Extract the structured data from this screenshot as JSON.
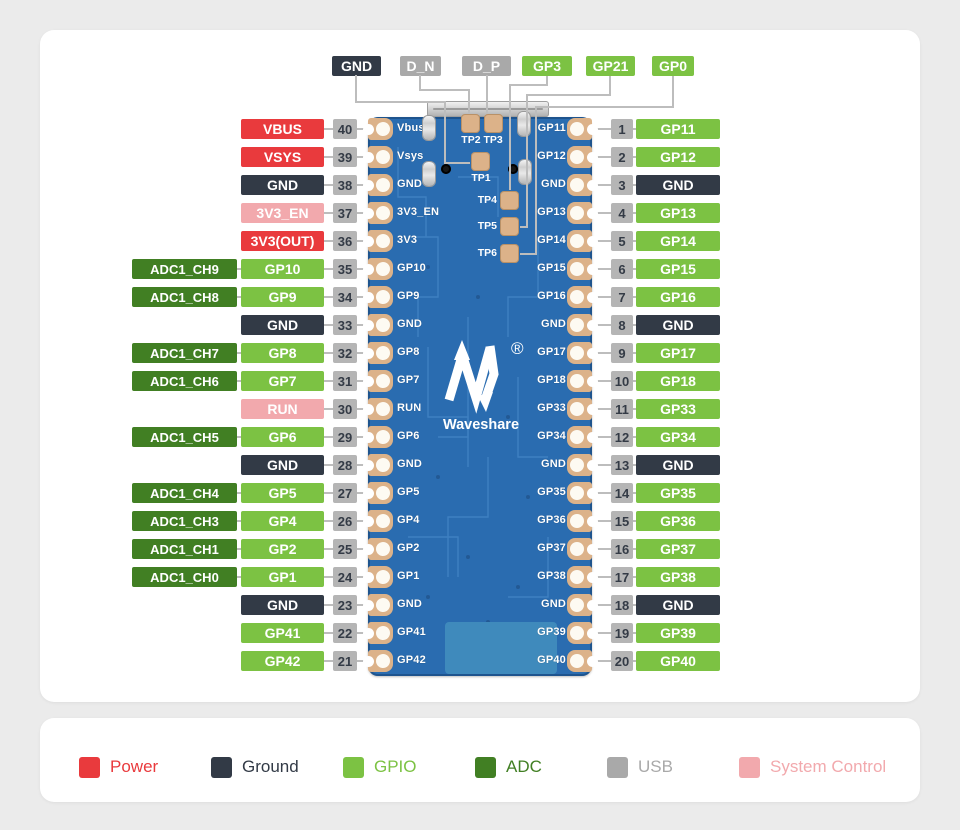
{
  "board": {
    "logo_registered": "®",
    "logo_wordmark": "Waveshare"
  },
  "top_callouts": [
    {
      "label": "GND",
      "type": "ground"
    },
    {
      "label": "D_N",
      "type": "usb"
    },
    {
      "label": "D_P",
      "type": "usb"
    },
    {
      "label": "GP3",
      "type": "gpio"
    },
    {
      "label": "GP21",
      "type": "gpio"
    },
    {
      "label": "GP0",
      "type": "gpio"
    }
  ],
  "testpoints": [
    {
      "label": "TP2 TP3"
    },
    {
      "label": "TP1"
    },
    {
      "label": "TP4"
    },
    {
      "label": "TP5"
    },
    {
      "label": "TP6"
    }
  ],
  "pins": {
    "left": [
      {
        "num": "40",
        "label": "VBUS",
        "type": "power",
        "silk": "Vbus"
      },
      {
        "num": "39",
        "label": "VSYS",
        "type": "power",
        "silk": "Vsys"
      },
      {
        "num": "38",
        "label": "GND",
        "type": "ground",
        "silk": "GND"
      },
      {
        "num": "37",
        "label": "3V3_EN",
        "type": "sysctl",
        "silk": "3V3_EN"
      },
      {
        "num": "36",
        "label": "3V3(OUT)",
        "type": "power",
        "silk": "3V3"
      },
      {
        "num": "35",
        "label": "GP10",
        "alt": "ADC1_CH9",
        "type": "gpio",
        "alt_type": "adc",
        "silk": "GP10"
      },
      {
        "num": "34",
        "label": "GP9",
        "alt": "ADC1_CH8",
        "type": "gpio",
        "alt_type": "adc",
        "silk": "GP9"
      },
      {
        "num": "33",
        "label": "GND",
        "type": "ground",
        "silk": "GND"
      },
      {
        "num": "32",
        "label": "GP8",
        "alt": "ADC1_CH7",
        "type": "gpio",
        "alt_type": "adc",
        "silk": "GP8"
      },
      {
        "num": "31",
        "label": "GP7",
        "alt": "ADC1_CH6",
        "type": "gpio",
        "alt_type": "adc",
        "silk": "GP7"
      },
      {
        "num": "30",
        "label": "RUN",
        "type": "sysctl",
        "silk": "RUN"
      },
      {
        "num": "29",
        "label": "GP6",
        "alt": "ADC1_CH5",
        "type": "gpio",
        "alt_type": "adc",
        "silk": "GP6"
      },
      {
        "num": "28",
        "label": "GND",
        "type": "ground",
        "silk": "GND"
      },
      {
        "num": "27",
        "label": "GP5",
        "alt": "ADC1_CH4",
        "type": "gpio",
        "alt_type": "adc",
        "silk": "GP5"
      },
      {
        "num": "26",
        "label": "GP4",
        "alt": "ADC1_CH3",
        "type": "gpio",
        "alt_type": "adc",
        "silk": "GP4"
      },
      {
        "num": "25",
        "label": "GP2",
        "alt": "ADC1_CH1",
        "type": "gpio",
        "alt_type": "adc",
        "silk": "GP2"
      },
      {
        "num": "24",
        "label": "GP1",
        "alt": "ADC1_CH0",
        "type": "gpio",
        "alt_type": "adc",
        "silk": "GP1"
      },
      {
        "num": "23",
        "label": "GND",
        "type": "ground",
        "silk": "GND"
      },
      {
        "num": "22",
        "label": "GP41",
        "type": "gpio",
        "silk": "GP41"
      },
      {
        "num": "21",
        "label": "GP42",
        "type": "gpio",
        "silk": "GP42"
      }
    ],
    "right": [
      {
        "num": "1",
        "label": "GP11",
        "type": "gpio",
        "silk": "GP11"
      },
      {
        "num": "2",
        "label": "GP12",
        "type": "gpio",
        "silk": "GP12"
      },
      {
        "num": "3",
        "label": "GND",
        "type": "ground",
        "silk": "GND"
      },
      {
        "num": "4",
        "label": "GP13",
        "type": "gpio",
        "silk": "GP13"
      },
      {
        "num": "5",
        "label": "GP14",
        "type": "gpio",
        "silk": "GP14"
      },
      {
        "num": "6",
        "label": "GP15",
        "type": "gpio",
        "silk": "GP15"
      },
      {
        "num": "7",
        "label": "GP16",
        "type": "gpio",
        "silk": "GP16"
      },
      {
        "num": "8",
        "label": "GND",
        "type": "ground",
        "silk": "GND"
      },
      {
        "num": "9",
        "label": "GP17",
        "type": "gpio",
        "silk": "GP17"
      },
      {
        "num": "10",
        "label": "GP18",
        "type": "gpio",
        "silk": "GP18"
      },
      {
        "num": "11",
        "label": "GP33",
        "type": "gpio",
        "silk": "GP33"
      },
      {
        "num": "12",
        "label": "GP34",
        "type": "gpio",
        "silk": "GP34"
      },
      {
        "num": "13",
        "label": "GND",
        "type": "ground",
        "silk": "GND"
      },
      {
        "num": "14",
        "label": "GP35",
        "type": "gpio",
        "silk": "GP35"
      },
      {
        "num": "15",
        "label": "GP36",
        "type": "gpio",
        "silk": "GP36"
      },
      {
        "num": "16",
        "label": "GP37",
        "type": "gpio",
        "silk": "GP37"
      },
      {
        "num": "17",
        "label": "GP38",
        "type": "gpio",
        "silk": "GP38"
      },
      {
        "num": "18",
        "label": "GND",
        "type": "ground",
        "silk": "GND"
      },
      {
        "num": "19",
        "label": "GP39",
        "type": "gpio",
        "silk": "GP39"
      },
      {
        "num": "20",
        "label": "GP40",
        "type": "gpio",
        "silk": "GP40"
      }
    ]
  },
  "legend": {
    "items": [
      {
        "label": "Power",
        "type": "power"
      },
      {
        "label": "Ground",
        "type": "ground"
      },
      {
        "label": "GPIO",
        "type": "gpio"
      },
      {
        "label": "ADC",
        "type": "adc"
      },
      {
        "label": "USB",
        "type": "usb"
      },
      {
        "label": "System Control",
        "type": "sysctl"
      }
    ]
  },
  "colors": {
    "power": "#e93a3d",
    "ground": "#323a46",
    "gpio": "#7cc243",
    "adc": "#417f23",
    "usb": "#a9a9a9",
    "sysctl": "#f2a9ad",
    "pin_number_bg": "#b5b5b5",
    "callout_line": "#bdbdbd",
    "board_blue": "#2a6cb0",
    "board_light": "#3f8abc",
    "pad_copper": "#dcb289"
  }
}
